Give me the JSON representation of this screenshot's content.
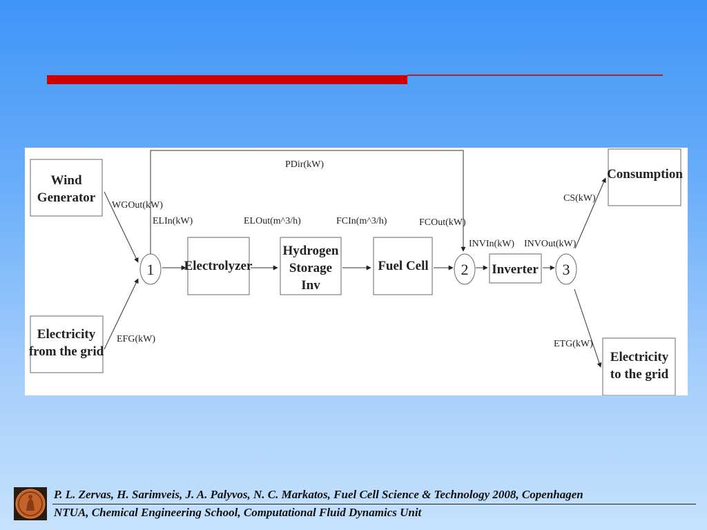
{
  "slide": {
    "accent_color": "#d00000",
    "footer": {
      "line1": "P. L. Zervas, H. Sarimveis, J. A. Palyvos,  N. C. Markatos, Fuel Cell Science & Technology 2008, Copenhagen",
      "line2": "NTUA, Chemical Engineering School, Computational Fluid Dynamics Unit"
    },
    "logo_icon": "university-seal-icon"
  },
  "diagram": {
    "boxes": {
      "wind_generator": [
        "Wind",
        "Generator"
      ],
      "electricity_from_grid": [
        "Electricity",
        "from the grid"
      ],
      "electrolyzer": [
        "Electrolyzer"
      ],
      "hydrogen_storage": [
        "Hydrogen",
        "Storage",
        "Inv"
      ],
      "fuel_cell": [
        "Fuel Cell"
      ],
      "inverter": [
        "Inverter"
      ],
      "consumption": [
        "Consumption"
      ],
      "electricity_to_grid": [
        "Electricity",
        "to the grid"
      ]
    },
    "nodes": {
      "n1": "1",
      "n2": "2",
      "n3": "3"
    },
    "edges": {
      "pdir": "PDir(kW)",
      "wgout": "WGOut(kW)",
      "efg": "EFG(kW)",
      "elin": "ELIn(kW)",
      "elout": "ELOut(m^3/h)",
      "fcin": "FCIn(m^3/h)",
      "fcout": "FCOut(kW)",
      "invin": "INVIn(kW)",
      "invout": "INVOut(kW)",
      "cs": "CS(kW)",
      "etg": "ETG(kW)"
    }
  }
}
